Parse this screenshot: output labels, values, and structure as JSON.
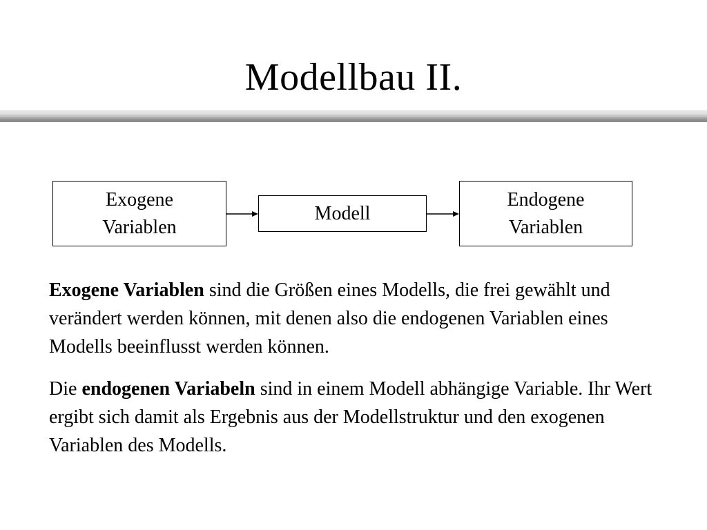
{
  "slide": {
    "title": "Modellbau II."
  },
  "diagram": {
    "input_box": {
      "line1": "Exogene",
      "line2": "Variablen"
    },
    "model_box": {
      "label": "Modell"
    },
    "output_box": {
      "line1": "Endogene",
      "line2": "Variablen"
    }
  },
  "paragraphs": [
    {
      "bold": "Exogene Variablen",
      "rest": " sind die Größen eines Modells, die frei gewählt und verändert werden können, mit denen also die endogenen Variablen eines Modells beeinflusst werden können."
    },
    {
      "lead": "Die ",
      "bold": "endogenen Variabeln",
      "rest": " sind in einem Modell abhängige Variable. Ihr Wert ergibt sich damit als Ergebnis aus der Modellstruktur und den exogenen Variablen des Modells."
    }
  ]
}
